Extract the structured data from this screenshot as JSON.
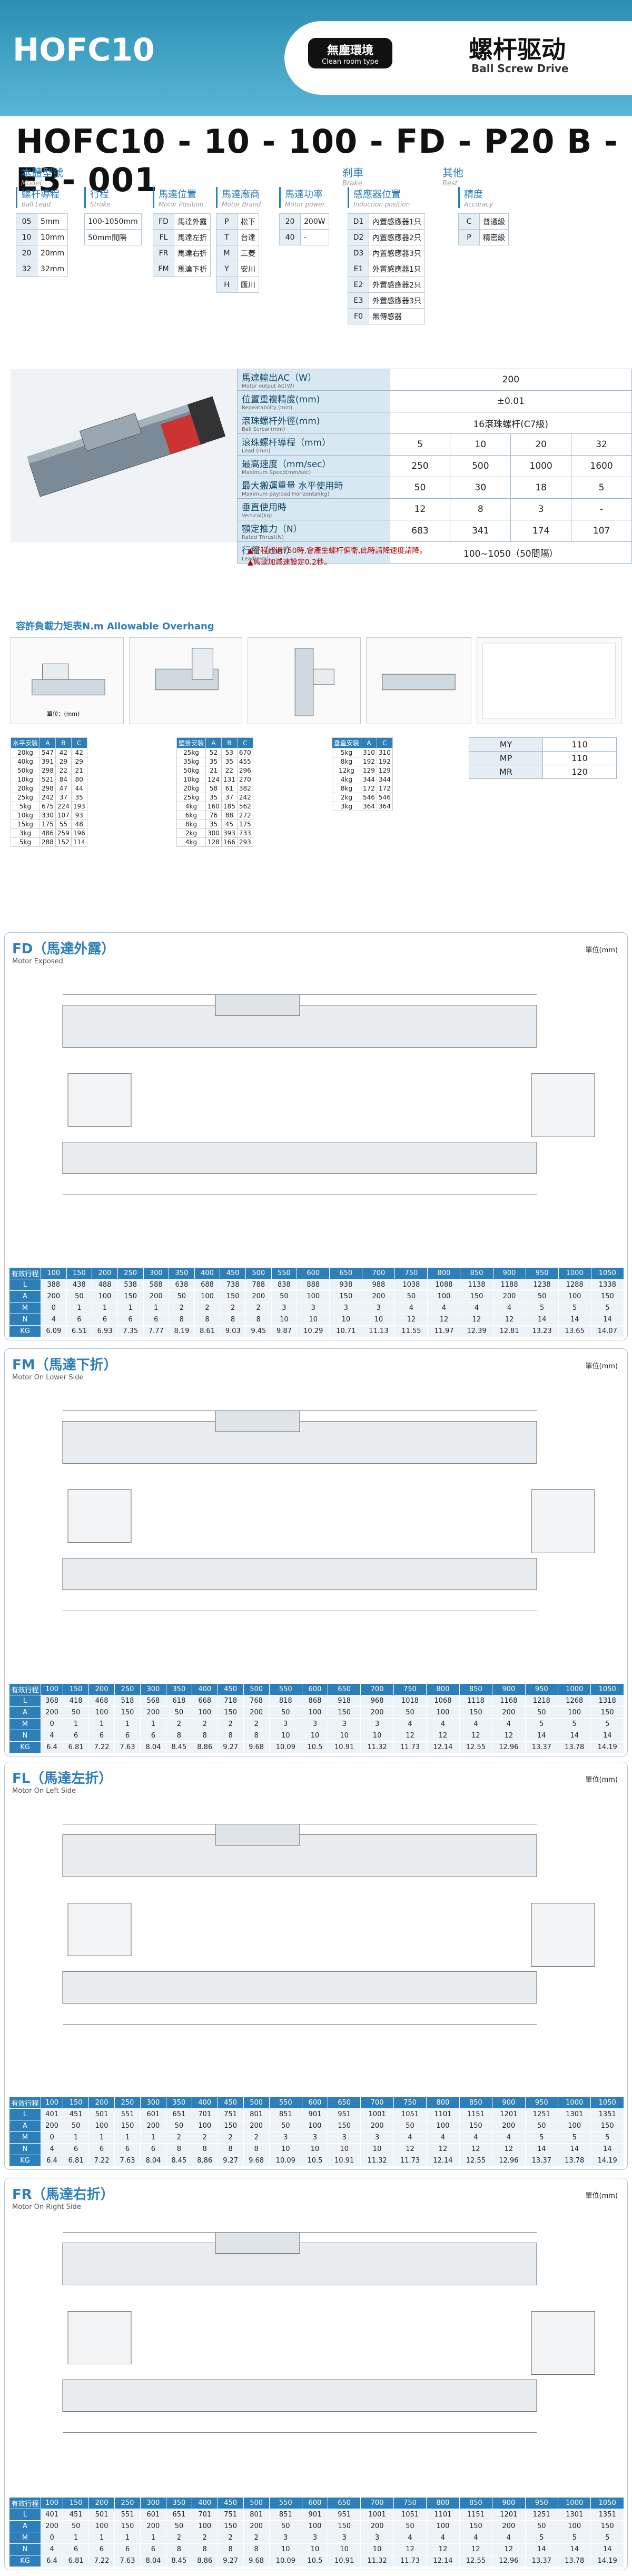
{
  "header": {
    "model": "HOFC10",
    "badge1": "無塵環境",
    "badge2": "Clean room type",
    "title": "螺杆驱动",
    "subtitle": "Ball Screw Drive"
  },
  "code": {
    "text": "HOFC10 - 10 - 100 - FD - P20 B - E3- 001",
    "labels": [
      {
        "cn": "本體型號",
        "en": "Model"
      },
      {
        "cn": "螺杆導程",
        "en": "Ball Lead"
      },
      {
        "cn": "行程",
        "en": "Stroke"
      },
      {
        "cn": "馬達位置",
        "en": "Motor Position"
      },
      {
        "cn": "馬達廠商",
        "en": "Motor Brand"
      },
      {
        "cn": "馬達功率",
        "en": "Motor power"
      },
      {
        "cn": "感應器位置",
        "en": "Induction position"
      },
      {
        "cn": "精度",
        "en": "Accuracy"
      },
      {
        "cn": "其他",
        "en": "Rest"
      },
      {
        "cn": "刹車",
        "en": "Brake"
      }
    ],
    "lead": [
      [
        "05",
        "5mm"
      ],
      [
        "10",
        "10mm"
      ],
      [
        "20",
        "20mm"
      ],
      [
        "32",
        "32mm"
      ]
    ],
    "stroke": [
      "100-1050mm",
      "50mm間隔"
    ],
    "motorpos": [
      [
        "FD",
        "馬達外露"
      ],
      [
        "FL",
        "馬達左折"
      ],
      [
        "FR",
        "馬達右折"
      ],
      [
        "FM",
        "馬達下折"
      ]
    ],
    "brand": [
      [
        "P",
        "松下"
      ],
      [
        "T",
        "台達"
      ],
      [
        "M",
        "三菱"
      ],
      [
        "Y",
        "安川"
      ],
      [
        "H",
        "匯川"
      ]
    ],
    "power": [
      [
        "20",
        "200W"
      ],
      [
        "40",
        "-"
      ]
    ],
    "sensor": [
      [
        "D1",
        "內置感應器1只"
      ],
      [
        "D2",
        "內置感應器2只"
      ],
      [
        "D3",
        "內置感應器3只"
      ],
      [
        "E1",
        "外置感應器1只"
      ],
      [
        "E2",
        "外置感應器2只"
      ],
      [
        "E3",
        "外置感應器3只"
      ],
      [
        "F0",
        "無傳感器"
      ]
    ],
    "accuracy": [
      [
        "C",
        "普通級"
      ],
      [
        "P",
        "精密級"
      ]
    ]
  },
  "specs": {
    "rows": [
      {
        "h": "馬達輸出AC（W）",
        "e": "Motor output  AC(W)",
        "v": [
          "200"
        ]
      },
      {
        "h": "位置重複精度(mm)",
        "e": "Repeatability (mm)",
        "v": [
          "±0.01"
        ]
      },
      {
        "h": "滾珠螺杆外徑(mm)",
        "e": "Ball Screw (mm)",
        "v": [
          "16滾珠螺杆(C7級)"
        ]
      },
      {
        "h": "滾珠螺杆導程（mm）",
        "e": "Lead (mm)",
        "v": [
          "5",
          "10",
          "20",
          "32"
        ]
      },
      {
        "h": "最高速度（mm/sec）",
        "e": "Maximum Speed(mm/sec)",
        "v": [
          "250",
          "500",
          "1000",
          "1600"
        ]
      },
      {
        "h": "最大搬運重量  水平使用時",
        "e": "Maximum payload  Horizontal(kg)",
        "v": [
          "50",
          "30",
          "18",
          "5"
        ]
      },
      {
        "h": "垂直使用時",
        "e": "Vertical(kg)",
        "v": [
          "12",
          "8",
          "3",
          "-"
        ]
      },
      {
        "h": "額定推力（N）",
        "e": "Rated Thrust(N)",
        "v": [
          "683",
          "341",
          "174",
          "107"
        ]
      },
      {
        "h": "行程（mm）",
        "e": "Lead(mm)",
        "v": [
          "100~1050（50間隔）"
        ]
      }
    ],
    "notes": [
      "▲行程超過750時,會產生螺杆偏衛,此時請降速度請降。",
      "▲馬達加減速設定0.2秒。"
    ]
  },
  "overhang": {
    "title": "容許負載力矩表N.m",
    "title_en": "Allowable Overhang",
    "unit": "單位：(mm)",
    "mtab": [
      [
        "MY",
        "110"
      ],
      [
        "MP",
        "110"
      ],
      [
        "MR",
        "120"
      ]
    ],
    "t1": [
      [
        "水平安裝",
        "A",
        "B",
        "C"
      ],
      [
        "20kg",
        "547",
        "42",
        "42"
      ],
      [
        "40kg",
        "391",
        "29",
        "29"
      ],
      [
        "50kg",
        "298",
        "22",
        "21"
      ],
      [
        "10kg",
        "521",
        "84",
        "80"
      ],
      [
        "20kg",
        "298",
        "47",
        "44"
      ],
      [
        "25kg",
        "242",
        "37",
        "35"
      ],
      [
        "5kg",
        "675",
        "224",
        "193"
      ],
      [
        "10kg",
        "330",
        "107",
        "93"
      ],
      [
        "15kg",
        "175",
        "55",
        "48"
      ],
      [
        "3kg",
        "486",
        "259",
        "196"
      ],
      [
        "5kg",
        "288",
        "152",
        "114"
      ]
    ],
    "t2": [
      [
        "壁掛安裝",
        "A",
        "B",
        "C"
      ],
      [
        "25kg",
        "52",
        "53",
        "670"
      ],
      [
        "35kg",
        "35",
        "35",
        "455"
      ],
      [
        "50kg",
        "21",
        "22",
        "296"
      ],
      [
        "10kg",
        "124",
        "131",
        "270"
      ],
      [
        "20kg",
        "58",
        "61",
        "382"
      ],
      [
        "25kg",
        "35",
        "37",
        "242"
      ],
      [
        "4kg",
        "160",
        "185",
        "562"
      ],
      [
        "6kg",
        "76",
        "88",
        "272"
      ],
      [
        "8kg",
        "35",
        "45",
        "175"
      ],
      [
        "2kg",
        "300",
        "393",
        "733"
      ],
      [
        "4kg",
        "128",
        "166",
        "293"
      ]
    ],
    "t3": [
      [
        "垂直安裝",
        "A",
        "C"
      ],
      [
        "5kg",
        "310",
        "310"
      ],
      [
        "8kg",
        "192",
        "192"
      ],
      [
        "12kg",
        "129",
        "129"
      ],
      [
        "4kg",
        "344",
        "344"
      ],
      [
        "8kg",
        "172",
        "172"
      ],
      [
        "2kg",
        "546",
        "546"
      ],
      [
        "3kg",
        "364",
        "364"
      ]
    ]
  },
  "panels": [
    {
      "title": "FD（馬達外露）",
      "sub": "Motor Exposed",
      "unit": "單位(mm)",
      "stroke": [
        "有效行程",
        "100",
        "150",
        "200",
        "250",
        "300",
        "350",
        "400",
        "450",
        "500",
        "550",
        "600",
        "650",
        "700",
        "750",
        "800",
        "850",
        "900",
        "950",
        "1000",
        "1050"
      ],
      "L": [
        "L",
        "388",
        "438",
        "488",
        "538",
        "588",
        "638",
        "688",
        "738",
        "788",
        "838",
        "888",
        "938",
        "988",
        "1038",
        "1088",
        "1138",
        "1188",
        "1238",
        "1288",
        "1338"
      ],
      "A": [
        "A",
        "200",
        "50",
        "100",
        "150",
        "200",
        "50",
        "100",
        "150",
        "200",
        "50",
        "100",
        "150",
        "200",
        "50",
        "100",
        "150",
        "200",
        "50",
        "100",
        "150"
      ],
      "M": [
        "M",
        "0",
        "1",
        "1",
        "1",
        "1",
        "2",
        "2",
        "2",
        "2",
        "3",
        "3",
        "3",
        "3",
        "4",
        "4",
        "4",
        "4",
        "5",
        "5",
        "5"
      ],
      "N": [
        "N",
        "4",
        "6",
        "6",
        "6",
        "6",
        "8",
        "8",
        "8",
        "8",
        "10",
        "10",
        "10",
        "10",
        "12",
        "12",
        "12",
        "12",
        "14",
        "14",
        "14"
      ],
      "KG": [
        "KG",
        "6.09",
        "6.51",
        "6.93",
        "7.35",
        "7.77",
        "8.19",
        "8.61",
        "9.03",
        "9.45",
        "9.87",
        "10.29",
        "10.71",
        "11.13",
        "11.55",
        "11.97",
        "12.39",
        "12.81",
        "13.23",
        "13.65",
        "14.07"
      ]
    },
    {
      "title": "FM（馬達下折）",
      "sub": "Motor On Lower Side",
      "unit": "單位(mm)",
      "stroke": [
        "有效行程",
        "100",
        "150",
        "200",
        "250",
        "300",
        "350",
        "400",
        "450",
        "500",
        "550",
        "600",
        "650",
        "700",
        "750",
        "800",
        "850",
        "900",
        "950",
        "1000",
        "1050"
      ],
      "L": [
        "L",
        "368",
        "418",
        "468",
        "518",
        "568",
        "618",
        "668",
        "718",
        "768",
        "818",
        "868",
        "918",
        "968",
        "1018",
        "1068",
        "1118",
        "1168",
        "1218",
        "1268",
        "1318"
      ],
      "A": [
        "A",
        "200",
        "50",
        "100",
        "150",
        "200",
        "50",
        "100",
        "150",
        "200",
        "50",
        "100",
        "150",
        "200",
        "50",
        "100",
        "150",
        "200",
        "50",
        "100",
        "150"
      ],
      "M": [
        "M",
        "0",
        "1",
        "1",
        "1",
        "1",
        "2",
        "2",
        "2",
        "2",
        "3",
        "3",
        "3",
        "3",
        "4",
        "4",
        "4",
        "4",
        "5",
        "5",
        "5"
      ],
      "N": [
        "N",
        "4",
        "6",
        "6",
        "6",
        "6",
        "8",
        "8",
        "8",
        "8",
        "10",
        "10",
        "10",
        "10",
        "12",
        "12",
        "12",
        "12",
        "14",
        "14",
        "14"
      ],
      "KG": [
        "KG",
        "6.4",
        "6.81",
        "7.22",
        "7.63",
        "8.04",
        "8.45",
        "8.86",
        "9.27",
        "9.68",
        "10.09",
        "10.5",
        "10.91",
        "11.32",
        "11.73",
        "12.14",
        "12.55",
        "12.96",
        "13.37",
        "13.78",
        "14.19"
      ]
    },
    {
      "title": "FL（馬達左折）",
      "sub": "Motor On Left Side",
      "unit": "單位(mm)",
      "stroke": [
        "有效行程",
        "100",
        "150",
        "200",
        "250",
        "300",
        "350",
        "400",
        "450",
        "500",
        "550",
        "600",
        "650",
        "700",
        "750",
        "800",
        "850",
        "900",
        "950",
        "1000",
        "1050"
      ],
      "L": [
        "L",
        "401",
        "451",
        "501",
        "551",
        "601",
        "651",
        "701",
        "751",
        "801",
        "851",
        "901",
        "951",
        "1001",
        "1051",
        "1101",
        "1151",
        "1201",
        "1251",
        "1301",
        "1351"
      ],
      "A": [
        "A",
        "200",
        "50",
        "100",
        "150",
        "200",
        "50",
        "100",
        "150",
        "200",
        "50",
        "100",
        "150",
        "200",
        "50",
        "100",
        "150",
        "200",
        "50",
        "100",
        "150"
      ],
      "M": [
        "M",
        "0",
        "1",
        "1",
        "1",
        "1",
        "2",
        "2",
        "2",
        "2",
        "3",
        "3",
        "3",
        "3",
        "4",
        "4",
        "4",
        "4",
        "5",
        "5",
        "5"
      ],
      "N": [
        "N",
        "4",
        "6",
        "6",
        "6",
        "6",
        "8",
        "8",
        "8",
        "8",
        "10",
        "10",
        "10",
        "10",
        "12",
        "12",
        "12",
        "12",
        "14",
        "14",
        "14"
      ],
      "KG": [
        "KG",
        "6.4",
        "6.81",
        "7.22",
        "7.63",
        "8.04",
        "8.45",
        "8.86",
        "9.27",
        "9.68",
        "10.09",
        "10.5",
        "10.91",
        "11.32",
        "11.73",
        "12.14",
        "12.55",
        "12.96",
        "13.37",
        "13.78",
        "14.19"
      ]
    },
    {
      "title": "FR（馬達右折）",
      "sub": "Motor On Right Side",
      "unit": "單位(mm)",
      "stroke": [
        "有效行程",
        "100",
        "150",
        "200",
        "250",
        "300",
        "350",
        "400",
        "450",
        "500",
        "550",
        "600",
        "650",
        "700",
        "750",
        "800",
        "850",
        "900",
        "950",
        "1000",
        "1050"
      ],
      "L": [
        "L",
        "401",
        "451",
        "501",
        "551",
        "601",
        "651",
        "701",
        "751",
        "801",
        "851",
        "901",
        "951",
        "1001",
        "1051",
        "1101",
        "1151",
        "1201",
        "1251",
        "1301",
        "1351"
      ],
      "A": [
        "A",
        "200",
        "50",
        "100",
        "150",
        "200",
        "50",
        "100",
        "150",
        "200",
        "50",
        "100",
        "150",
        "200",
        "50",
        "100",
        "150",
        "200",
        "50",
        "100",
        "150"
      ],
      "M": [
        "M",
        "0",
        "1",
        "1",
        "1",
        "1",
        "2",
        "2",
        "2",
        "2",
        "3",
        "3",
        "3",
        "3",
        "4",
        "4",
        "4",
        "4",
        "5",
        "5",
        "5"
      ],
      "N": [
        "N",
        "4",
        "6",
        "6",
        "6",
        "6",
        "8",
        "8",
        "8",
        "8",
        "10",
        "10",
        "10",
        "10",
        "12",
        "12",
        "12",
        "12",
        "14",
        "14",
        "14"
      ],
      "KG": [
        "KG",
        "6.4",
        "6.81",
        "7.22",
        "7.63",
        "8.04",
        "8.45",
        "8.86",
        "9.27",
        "9.68",
        "10.09",
        "10.5",
        "10.91",
        "11.32",
        "11.73",
        "12.14",
        "12.55",
        "12.96",
        "13.37",
        "13.78",
        "14.19"
      ]
    }
  ]
}
